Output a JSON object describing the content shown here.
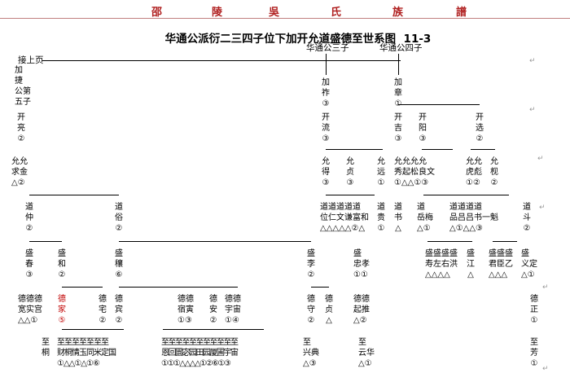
{
  "header": {
    "chars": [
      "邵",
      "陵",
      "吳",
      "氏",
      "族",
      "譜"
    ]
  },
  "title": "华通公派衍二三四子位下加开允道盛德至世系图",
  "chart_no": "11-3",
  "mark": "↵",
  "labels": {
    "root": "接上页",
    "son3": "华通公三子",
    "son4": "华通公四子"
  },
  "nodes": {
    "jiajie": "加\n捷\n公第\n五子",
    "jiazuo": "加\n祚\n③",
    "jiazhang": "加\n章\n①",
    "kailiang": "开\n亮\n②",
    "kailiu": "开\n流\n③",
    "kaiji": "开\n吉\n③",
    "kaiyang": "开\n阳\n③",
    "kaixuan": "开\n选\n②",
    "yunqiujin": "允允\n求金\n△②",
    "yunde": "允\n得\n③",
    "yunzhen": "允\n贞\n③",
    "yunyuan": "允\n远\n①",
    "yun_ji": "允允允允\n秀起松良文\n①△△①③",
    "yun_hu": "允允\n虎彪\n①②",
    "yunshi": "允\n枧\n②",
    "daozhong": "道\n仲\n②",
    "daoyu": "道\n俗\n②",
    "dao_wei": "道道道道道\n位仁文谦富和\n△△△△△②△",
    "daogui": "道\n贵\n①",
    "daoshu": "道\n书\n△",
    "daoyue": "道\n岳梅\n△①",
    "dao_pin": "道道道道\n品吕吕书一魁\n△①△△③",
    "daodou": "道\n斗\n②",
    "shengchun": "盛\n春\n③",
    "shenghe": "盛\n和\n②",
    "shengrang": "盛\n穰\n⑥",
    "shengli": "盛\n李\n②",
    "shengzhong": "盛\n忠孝\n①①",
    "sheng_shou": "盛盛盛盛\n寿左右洪\n△△△△",
    "shengjiang": "盛\n江\n△",
    "sheng_jun": "盛盛盛\n君臣乙\n△△△",
    "shengyi": "盛\n义定\n△①",
    "de_kuan": "德德德\n宽实宫\n△△①",
    "dejia": "德\n家\n⑤",
    "dezhai": "德\n宅\n②",
    "desu": "德\n宾\n②",
    "de_su2": "德德\n宿寅\n①③",
    "dean": "德\n安\n②",
    "de_yu": "德德\n宇宙\n①④",
    "deshou": "德\n守\n②",
    "dezhen": "德\n贞\n△",
    "de_qi": "德德\n起推\n△②",
    "dezheng": "德\n正\n①",
    "zhitong": "至\n桐",
    "zhi_row1": "至至至至至至至\n财桐情玉同米定国\n①△△①△①⑥",
    "zhi_row2": "至至至至至至至至至至至\n恩回圜宓园田园厦圃宇宙\n①①①△△△△①②⑥①③",
    "zhixing": "至\n兴典\n△③",
    "zhiyun": "至\n云华\n△①",
    "zhifang": "至\n芳\n①"
  }
}
